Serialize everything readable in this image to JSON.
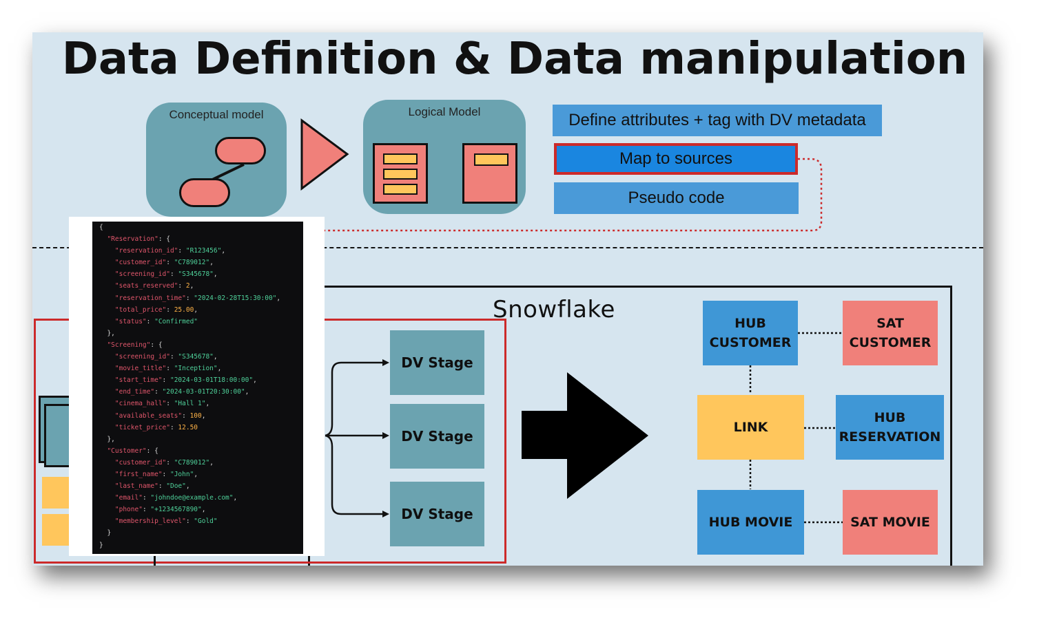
{
  "title": "Data Definition & Data manipulation",
  "conceptual_model": {
    "label": "Conceptual model"
  },
  "logical_model": {
    "label": "Logical Model"
  },
  "steps": {
    "define": "Define attributes + tag with DV metadata",
    "map": "Map to sources",
    "pseudo": "Pseudo code"
  },
  "snowflake": {
    "label": "Snowflake"
  },
  "dv_stages": [
    "DV Stage",
    "DV Stage",
    "DV Stage"
  ],
  "entities": {
    "hub_customer": [
      "HUB",
      "CUSTOMER"
    ],
    "sat_customer": [
      "SAT",
      "CUSTOMER"
    ],
    "link": "LINK",
    "hub_reservation": [
      "HUB",
      "RESERVATION"
    ],
    "hub_movie": "HUB MOVIE",
    "sat_movie": "SAT MOVIE"
  },
  "colors": {
    "background": "#d6e5ef",
    "teal": "#6ba3b0",
    "salmon": "#f0807a",
    "yellow": "#ffc65c",
    "blue": "#3f97d6",
    "highlight_border": "#cc2a2a",
    "json_key": "#e0566b",
    "json_string": "#4fd19a",
    "json_number": "#ffb347"
  },
  "json_lines": [
    [
      {
        "t": "p",
        "v": "{"
      }
    ],
    [
      {
        "t": "p",
        "v": "  "
      },
      {
        "t": "k",
        "v": "\"Reservation\""
      },
      {
        "t": "p",
        "v": ": {"
      }
    ],
    [
      {
        "t": "p",
        "v": "    "
      },
      {
        "t": "k",
        "v": "\"reservation_id\""
      },
      {
        "t": "p",
        "v": ": "
      },
      {
        "t": "s",
        "v": "\"R123456\""
      },
      {
        "t": "p",
        "v": ","
      }
    ],
    [
      {
        "t": "p",
        "v": "    "
      },
      {
        "t": "k",
        "v": "\"customer_id\""
      },
      {
        "t": "p",
        "v": ": "
      },
      {
        "t": "s",
        "v": "\"C789012\""
      },
      {
        "t": "p",
        "v": ","
      }
    ],
    [
      {
        "t": "p",
        "v": "    "
      },
      {
        "t": "k",
        "v": "\"screening_id\""
      },
      {
        "t": "p",
        "v": ": "
      },
      {
        "t": "s",
        "v": "\"S345678\""
      },
      {
        "t": "p",
        "v": ","
      }
    ],
    [
      {
        "t": "p",
        "v": "    "
      },
      {
        "t": "k",
        "v": "\"seats_reserved\""
      },
      {
        "t": "p",
        "v": ": "
      },
      {
        "t": "n",
        "v": "2"
      },
      {
        "t": "p",
        "v": ","
      }
    ],
    [
      {
        "t": "p",
        "v": "    "
      },
      {
        "t": "k",
        "v": "\"reservation_time\""
      },
      {
        "t": "p",
        "v": ": "
      },
      {
        "t": "s",
        "v": "\"2024-02-28T15:30:00\""
      },
      {
        "t": "p",
        "v": ","
      }
    ],
    [
      {
        "t": "p",
        "v": "    "
      },
      {
        "t": "k",
        "v": "\"total_price\""
      },
      {
        "t": "p",
        "v": ": "
      },
      {
        "t": "n",
        "v": "25.00"
      },
      {
        "t": "p",
        "v": ","
      }
    ],
    [
      {
        "t": "p",
        "v": "    "
      },
      {
        "t": "k",
        "v": "\"status\""
      },
      {
        "t": "p",
        "v": ": "
      },
      {
        "t": "s",
        "v": "\"Confirmed\""
      }
    ],
    [
      {
        "t": "p",
        "v": "  },"
      }
    ],
    [
      {
        "t": "p",
        "v": "  "
      },
      {
        "t": "k",
        "v": "\"Screening\""
      },
      {
        "t": "p",
        "v": ": {"
      }
    ],
    [
      {
        "t": "p",
        "v": "    "
      },
      {
        "t": "k",
        "v": "\"screening_id\""
      },
      {
        "t": "p",
        "v": ": "
      },
      {
        "t": "s",
        "v": "\"S345678\""
      },
      {
        "t": "p",
        "v": ","
      }
    ],
    [
      {
        "t": "p",
        "v": "    "
      },
      {
        "t": "k",
        "v": "\"movie_title\""
      },
      {
        "t": "p",
        "v": ": "
      },
      {
        "t": "s",
        "v": "\"Inception\""
      },
      {
        "t": "p",
        "v": ","
      }
    ],
    [
      {
        "t": "p",
        "v": "    "
      },
      {
        "t": "k",
        "v": "\"start_time\""
      },
      {
        "t": "p",
        "v": ": "
      },
      {
        "t": "s",
        "v": "\"2024-03-01T18:00:00\""
      },
      {
        "t": "p",
        "v": ","
      }
    ],
    [
      {
        "t": "p",
        "v": "    "
      },
      {
        "t": "k",
        "v": "\"end_time\""
      },
      {
        "t": "p",
        "v": ": "
      },
      {
        "t": "s",
        "v": "\"2024-03-01T20:30:00\""
      },
      {
        "t": "p",
        "v": ","
      }
    ],
    [
      {
        "t": "p",
        "v": "    "
      },
      {
        "t": "k",
        "v": "\"cinema_hall\""
      },
      {
        "t": "p",
        "v": ": "
      },
      {
        "t": "s",
        "v": "\"Hall 1\""
      },
      {
        "t": "p",
        "v": ","
      }
    ],
    [
      {
        "t": "p",
        "v": "    "
      },
      {
        "t": "k",
        "v": "\"available_seats\""
      },
      {
        "t": "p",
        "v": ": "
      },
      {
        "t": "n",
        "v": "100"
      },
      {
        "t": "p",
        "v": ","
      }
    ],
    [
      {
        "t": "p",
        "v": "    "
      },
      {
        "t": "k",
        "v": "\"ticket_price\""
      },
      {
        "t": "p",
        "v": ": "
      },
      {
        "t": "n",
        "v": "12.50"
      }
    ],
    [
      {
        "t": "p",
        "v": "  },"
      }
    ],
    [
      {
        "t": "p",
        "v": "  "
      },
      {
        "t": "k",
        "v": "\"Customer\""
      },
      {
        "t": "p",
        "v": ": {"
      }
    ],
    [
      {
        "t": "p",
        "v": "    "
      },
      {
        "t": "k",
        "v": "\"customer_id\""
      },
      {
        "t": "p",
        "v": ": "
      },
      {
        "t": "s",
        "v": "\"C789012\""
      },
      {
        "t": "p",
        "v": ","
      }
    ],
    [
      {
        "t": "p",
        "v": "    "
      },
      {
        "t": "k",
        "v": "\"first_name\""
      },
      {
        "t": "p",
        "v": ": "
      },
      {
        "t": "s",
        "v": "\"John\""
      },
      {
        "t": "p",
        "v": ","
      }
    ],
    [
      {
        "t": "p",
        "v": "    "
      },
      {
        "t": "k",
        "v": "\"last_name\""
      },
      {
        "t": "p",
        "v": ": "
      },
      {
        "t": "s",
        "v": "\"Doe\""
      },
      {
        "t": "p",
        "v": ","
      }
    ],
    [
      {
        "t": "p",
        "v": "    "
      },
      {
        "t": "k",
        "v": "\"email\""
      },
      {
        "t": "p",
        "v": ": "
      },
      {
        "t": "s",
        "v": "\"johndoe@example.com\""
      },
      {
        "t": "p",
        "v": ","
      }
    ],
    [
      {
        "t": "p",
        "v": "    "
      },
      {
        "t": "k",
        "v": "\"phone\""
      },
      {
        "t": "p",
        "v": ": "
      },
      {
        "t": "s",
        "v": "\"+1234567890\""
      },
      {
        "t": "p",
        "v": ","
      }
    ],
    [
      {
        "t": "p",
        "v": "    "
      },
      {
        "t": "k",
        "v": "\"membership_level\""
      },
      {
        "t": "p",
        "v": ": "
      },
      {
        "t": "s",
        "v": "\"Gold\""
      }
    ],
    [
      {
        "t": "p",
        "v": "  }"
      }
    ],
    [
      {
        "t": "p",
        "v": "}"
      }
    ]
  ]
}
